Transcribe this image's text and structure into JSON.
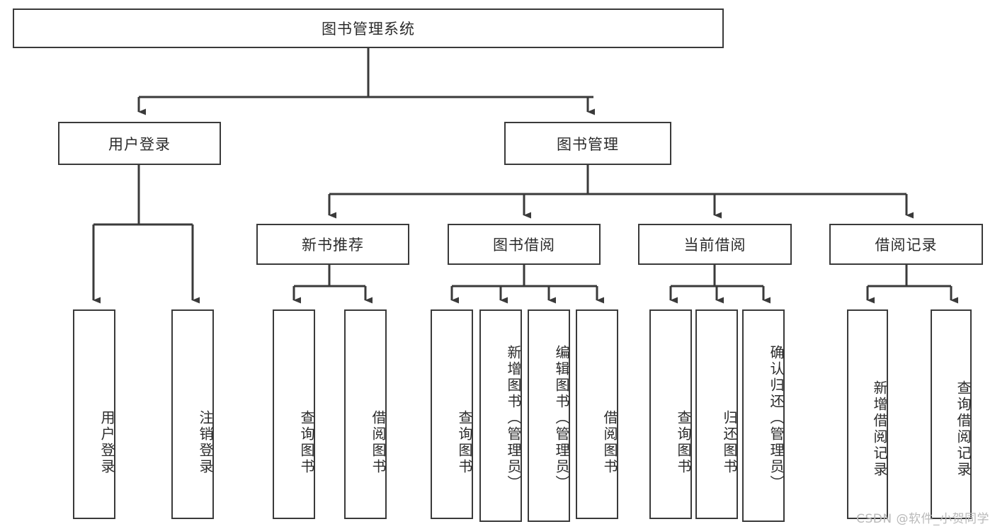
{
  "diagram": {
    "title_text": "图书管理系统",
    "line_color": "#3a3a3a",
    "box_border_color": "#3a3a3a",
    "text_color": "#2b2b2b",
    "background": "#ffffff",
    "watermark": "CSDN @软件_小贺同学",
    "levels": {
      "root": {
        "label": "图书管理系统"
      },
      "level2": [
        {
          "id": "user-login",
          "label": "用户登录"
        },
        {
          "id": "book-management",
          "label": "图书管理"
        }
      ],
      "level3": [
        {
          "id": "new-book-recommend",
          "label": "新书推荐"
        },
        {
          "id": "book-borrow",
          "label": "图书借阅"
        },
        {
          "id": "current-borrow",
          "label": "当前借阅"
        },
        {
          "id": "borrow-record",
          "label": "借阅记录"
        }
      ],
      "leaves": {
        "user-login": [
          {
            "id": "leaf-user-login",
            "label": "用户登录"
          },
          {
            "id": "leaf-logout-login",
            "label": "注销登录"
          }
        ],
        "new-book-recommend": [
          {
            "id": "leaf-query-book-1",
            "label": "查询图书"
          },
          {
            "id": "leaf-borrow-book-1",
            "label": "借阅图书"
          }
        ],
        "book-borrow": [
          {
            "id": "leaf-query-book-2",
            "label": "查询图书"
          },
          {
            "id": "leaf-add-book",
            "label": "新增图书（管理员）"
          },
          {
            "id": "leaf-edit-book",
            "label": "编辑图书（管理员）"
          },
          {
            "id": "leaf-borrow-book-2",
            "label": "借阅图书"
          }
        ],
        "current-borrow": [
          {
            "id": "leaf-query-book-3",
            "label": "查询图书"
          },
          {
            "id": "leaf-return-book",
            "label": "归还图书"
          },
          {
            "id": "leaf-confirm-return",
            "label": "确认归还（管理员）"
          }
        ],
        "borrow-record": [
          {
            "id": "leaf-add-record",
            "label": "新增借阅记录"
          },
          {
            "id": "leaf-query-record",
            "label": "查询借阅记录"
          }
        ]
      }
    }
  }
}
